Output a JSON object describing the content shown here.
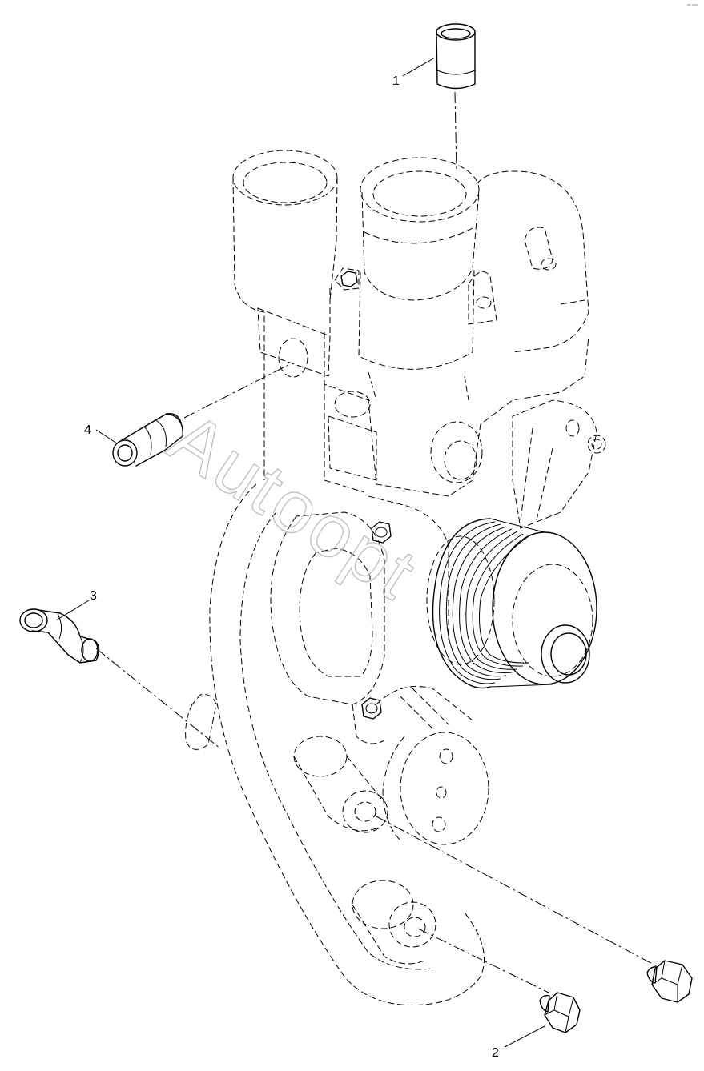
{
  "watermark": "Autoopt",
  "corner_mark": "ᵃᵖᵗ ᵐᵃᵐ",
  "callouts": [
    {
      "id": "1",
      "label": "1"
    },
    {
      "id": "2",
      "label": "2"
    },
    {
      "id": "3",
      "label": "3"
    },
    {
      "id": "4",
      "label": "4"
    }
  ],
  "parts": {
    "part_1": "sleeve",
    "part_2": "plug",
    "part_3": "elbow-fitting",
    "part_4": "fitting",
    "assembly": "water-pump-housing"
  }
}
